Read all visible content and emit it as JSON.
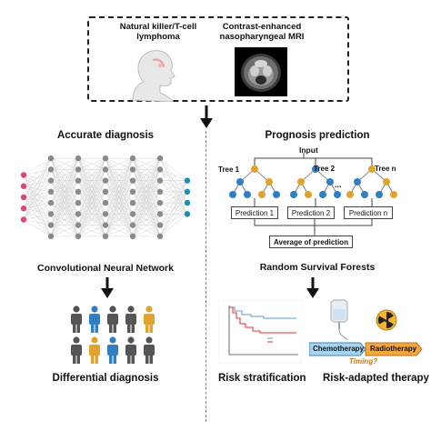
{
  "top": {
    "disease_label": "Natural killer/T-cell\nlymphoma",
    "mri_label": "Contrast-enhanced\nnasopharyngeal MRI"
  },
  "left": {
    "title": "Accurate diagnosis",
    "network_label": "Convolutional Neural Network",
    "bottom_label": "Differential diagnosis"
  },
  "right": {
    "title": "Prognosis prediction",
    "input_label": "Input",
    "trees": [
      "Tree 1",
      "Tree 2",
      "Tree n"
    ],
    "ellipsis": "...",
    "predictions": [
      "Prediction 1",
      "Prediction 2",
      "Prediction n"
    ],
    "average_label": "Average of prediction",
    "forest_label": "Random Survival Forests",
    "risk_label": "Risk stratification",
    "therapy_label": "Risk-adapted therapy",
    "chemo_label": "Chemotherapy",
    "radio_label": "Radiotherapy",
    "timing_label": "Timing?"
  },
  "colors": {
    "input_node": "#d9477a",
    "hidden_node": "#8a8a8a",
    "output_node": "#1f8fb0",
    "tree_blue": "#2f7fc1",
    "tree_gold": "#e0a32e",
    "arrow_blue": "#a7d4ef",
    "arrow_orange": "#f5a742",
    "km_blue": "#5b9bd5",
    "km_red": "#e0322b"
  },
  "icons": {
    "head": "head-profile-icon",
    "iv_bag": "iv-bag-icon",
    "radiation": "radiation-icon",
    "people": "person-icon"
  }
}
